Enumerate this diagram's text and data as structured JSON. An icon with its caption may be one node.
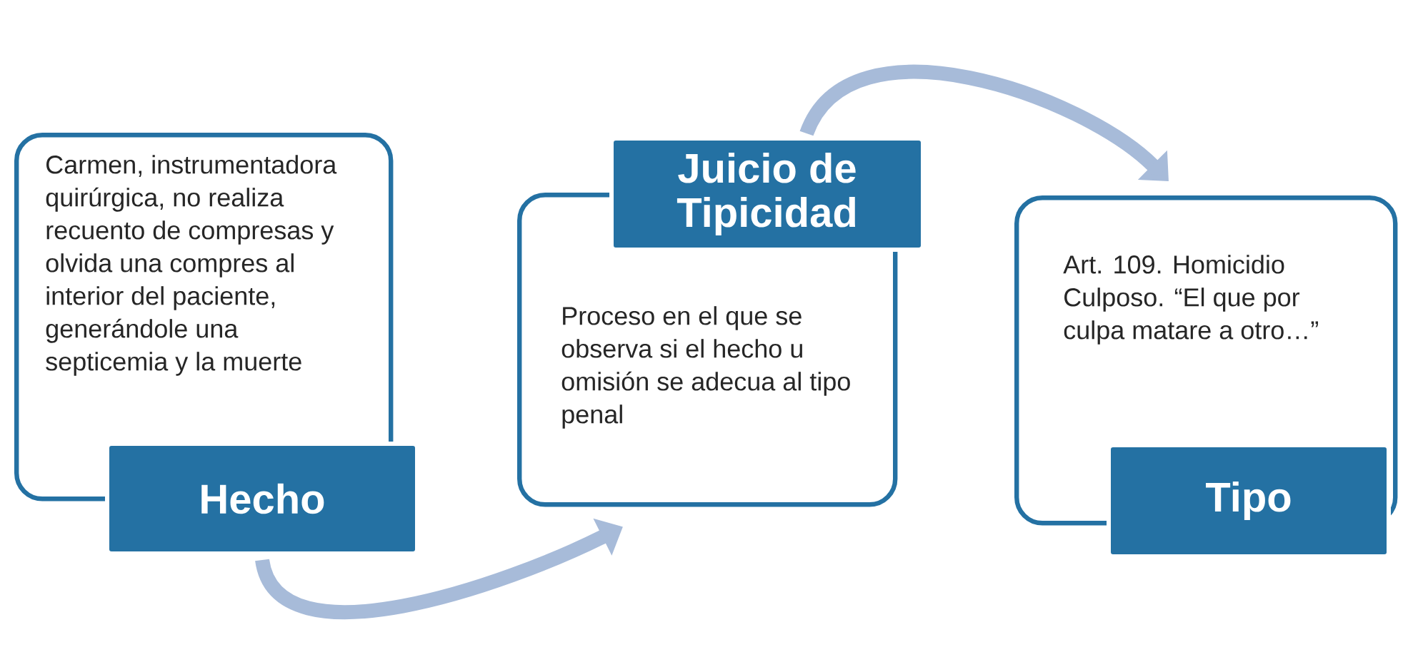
{
  "diagram": {
    "nodes": [
      {
        "text": [
          "Carmen, instrumentadora quirúrgica, no realiza recuento de compresas y olvida una compres al interior del paciente, generándole una septicemia y la muerte"
        ]
      },
      {
        "text": [
          "Hecho"
        ]
      },
      {
        "text": [
          "Juicio de Tipicidad"
        ]
      },
      {
        "text": [
          "Proceso en el que se observa si el hecho u omisión se adecua al tipo penal"
        ]
      },
      {
        "text": [
          "Art. 109. Homicidio Culposo. “El que por culpa matare a otro…”"
        ]
      },
      {
        "text": [
          "Tipo"
        ]
      }
    ],
    "edges": [
      {
        "from": 1,
        "to": 3,
        "arrow": "to"
      },
      {
        "from": 2,
        "to": 4,
        "arrow": "to"
      }
    ]
  }
}
